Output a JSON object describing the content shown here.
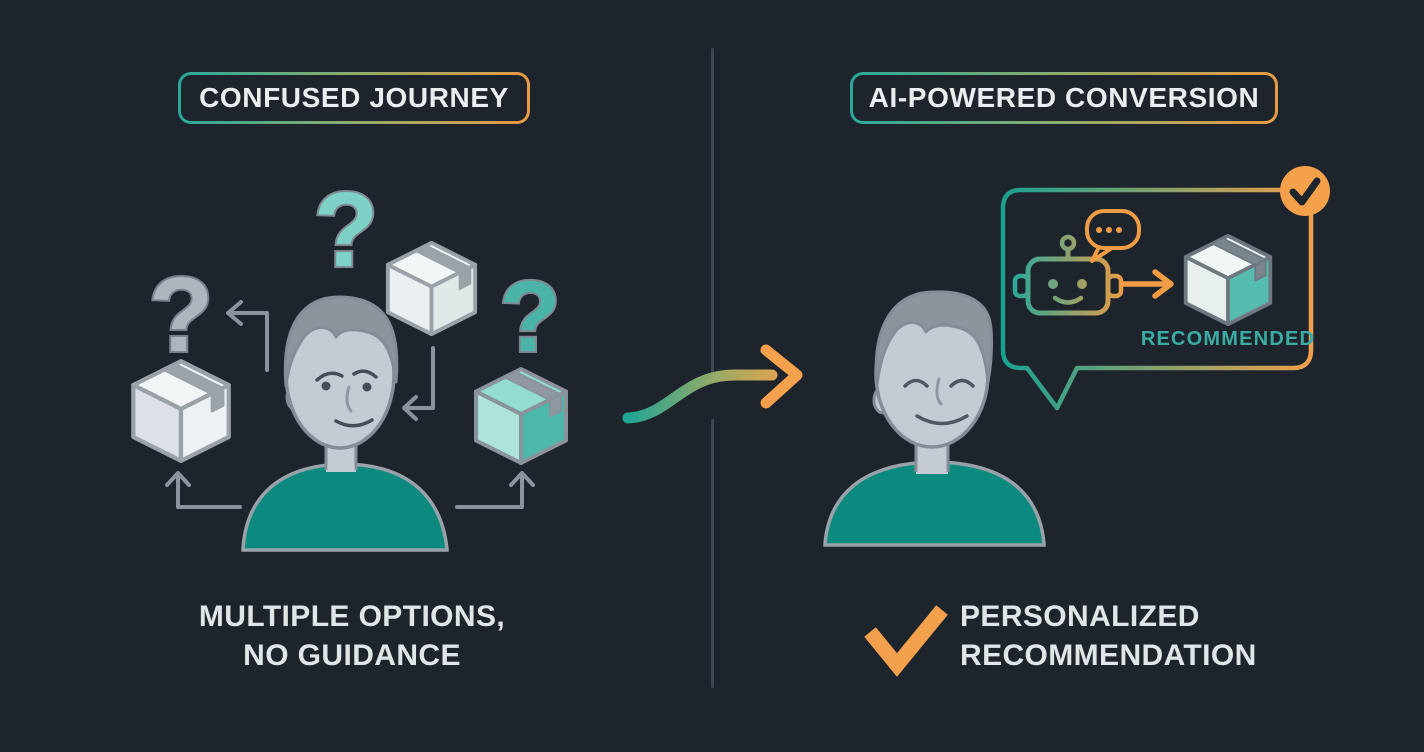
{
  "left_panel": {
    "title": "CONFUSED JOURNEY",
    "question_mark": "?",
    "caption_line1": "MULTIPLE OPTIONS,",
    "caption_line2": "NO GUIDANCE"
  },
  "right_panel": {
    "title": "AI-POWERED CONVERSION",
    "bubble_label": "RECOMMENDED",
    "caption_line1": "PERSONALIZED",
    "caption_line2": "RECOMMENDATION"
  },
  "colors": {
    "background": "#1e242c",
    "divider_gray": "#3e4750",
    "teal_shirt": "#0d8a80",
    "teal_light": "#7ed1c6",
    "teal_dark": "#4bb4a9",
    "orange": "#f2a04b",
    "text_light": "#e7edee",
    "recommended_teal": "#3aada2",
    "figure_skin_gray": "#c5cbd2",
    "hair_gray": "#8d949c",
    "arrow_gray": "#8b939c"
  }
}
